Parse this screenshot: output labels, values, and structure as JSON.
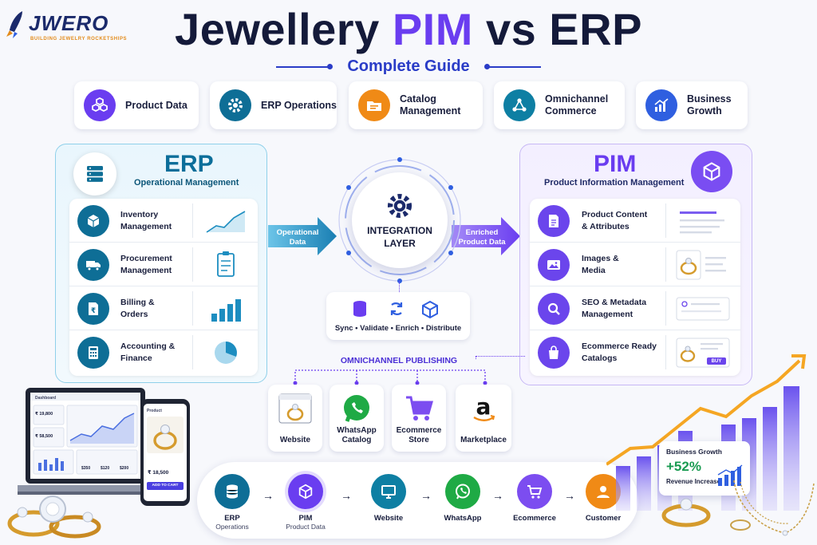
{
  "brand": {
    "name": "JWERO",
    "tagline": "BUILDING JEWELRY ROCKETSHIPS",
    "colors": {
      "navy": "#1b2a6b",
      "orange": "#e38b1a"
    }
  },
  "header": {
    "title_part1": "Jewellery",
    "title_highlight": "PIM",
    "title_part2": "vs ERP",
    "subtitle": "Complete Guide"
  },
  "features": [
    {
      "label": "Product Data",
      "icon": "cubes-icon",
      "color": "#6a3df0"
    },
    {
      "label": "ERP Operations",
      "icon": "gear-icon",
      "color": "#0e6e96"
    },
    {
      "label": "Catalog Management",
      "icon": "folder-icon",
      "color": "#f08a16"
    },
    {
      "label": "Omnichannel Commerce",
      "icon": "network-icon",
      "color": "#0e7fa3"
    },
    {
      "label": "Business Growth",
      "icon": "growth-chart-icon",
      "color": "#2f5fe0"
    }
  ],
  "erp": {
    "title": "ERP",
    "subtitle": "Operational Management",
    "items": [
      {
        "label_1": "Inventory",
        "label_2": "Management",
        "icon": "box-icon"
      },
      {
        "label_1": "Procurement",
        "label_2": "Management",
        "icon": "truck-icon"
      },
      {
        "label_1": "Billing &",
        "label_2": "Orders",
        "icon": "rupee-bill-icon"
      },
      {
        "label_1": "Accounting &",
        "label_2": "Finance",
        "icon": "calculator-icon"
      }
    ],
    "color": "#0e6e96"
  },
  "pim": {
    "title": "PIM",
    "subtitle": "Product Information Management",
    "items": [
      {
        "label_1": "Product Content",
        "label_2": "& Attributes",
        "icon": "document-icon"
      },
      {
        "label_1": "Images &",
        "label_2": "Media",
        "icon": "image-icon"
      },
      {
        "label_1": "SEO & Metadata",
        "label_2": "Management",
        "icon": "magnifier-icon"
      },
      {
        "label_1": "Ecommerce Ready",
        "label_2": "Catalogs",
        "icon": "shopping-bag-icon"
      }
    ],
    "buy_label": "BUY",
    "color": "#6a3df0"
  },
  "arrows": {
    "left_1": "Operational",
    "left_2": "Data",
    "right_1": "Enriched",
    "right_2": "Product Data"
  },
  "integration": {
    "label_1": "INTEGRATION",
    "label_2": "LAYER",
    "steps": "Sync • Validate • Enrich • Distribute"
  },
  "omnichannel": {
    "title": "OMNICHANNEL PUBLISHING",
    "channels": [
      {
        "label_1": "Website",
        "label_2": "",
        "icon": "browser-ring-icon"
      },
      {
        "label_1": "WhatsApp",
        "label_2": "Catalog",
        "icon": "whatsapp-icon"
      },
      {
        "label_1": "Ecommerce",
        "label_2": "Store",
        "icon": "cart-icon"
      },
      {
        "label_1": "Marketplace",
        "label_2": "",
        "icon": "amazon-icon"
      }
    ]
  },
  "flow": [
    {
      "name": "ERP",
      "sub": "Operations",
      "icon": "database-icon",
      "color": "#0e6e96"
    },
    {
      "name": "PIM",
      "sub": "Product Data",
      "icon": "cube-icon",
      "color": "#6a3df0"
    },
    {
      "name": "Website",
      "sub": "",
      "icon": "monitor-icon",
      "color": "#0e7fa3"
    },
    {
      "name": "WhatsApp",
      "sub": "",
      "icon": "whatsapp-icon",
      "color": "#1faa45"
    },
    {
      "name": "Ecommerce",
      "sub": "",
      "icon": "cart-icon",
      "color": "#7c4df0"
    },
    {
      "name": "Customer",
      "sub": "",
      "icon": "user-icon",
      "color": "#f08a16"
    }
  ],
  "growth": {
    "title": "Business Growth",
    "value": "+52%",
    "label": "Revenue Increase"
  },
  "devices": {
    "laptop_header": "Dashboard",
    "laptop_stat_1": "₹ 19,800",
    "laptop_stat_2": "₹ 58,500",
    "laptop_num_1": "$350",
    "laptop_num_2": "$120",
    "laptop_num_3": "$200",
    "phone_header": "Product",
    "phone_price": "₹ 18,500",
    "phone_cta": "ADD TO CART"
  }
}
